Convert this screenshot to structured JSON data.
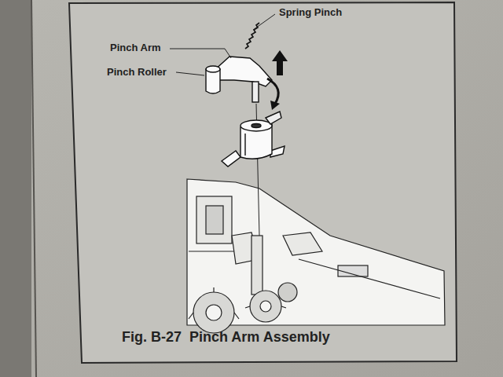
{
  "diagram": {
    "caption": "Fig. B-27  Pinch Arm Assembly",
    "labels": [
      "Spring Pinch",
      "Pinch Arm",
      "Pinch Roller"
    ]
  }
}
